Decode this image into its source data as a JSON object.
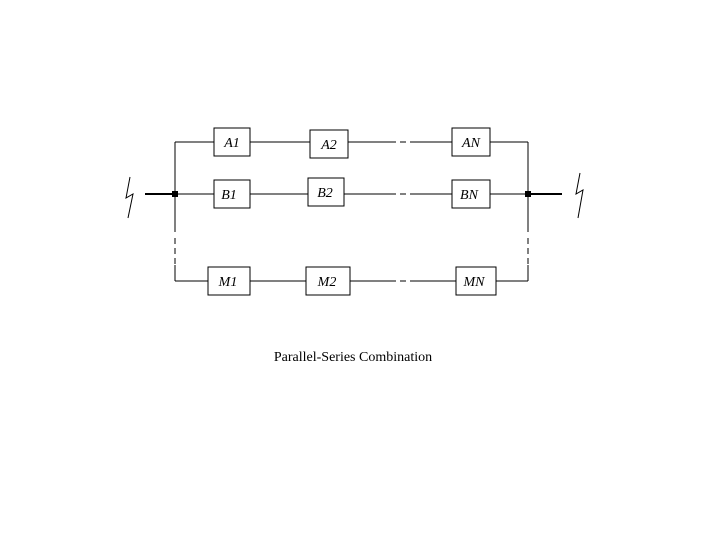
{
  "diagram": {
    "caption": "Parallel-Series Combination",
    "rows": [
      {
        "id": "a",
        "blocks": [
          "A1",
          "A2",
          "AN"
        ]
      },
      {
        "id": "b",
        "blocks": [
          "B1",
          "B2",
          "BN"
        ]
      },
      {
        "id": "m",
        "blocks": [
          "M1",
          "M2",
          "MN"
        ]
      }
    ]
  }
}
